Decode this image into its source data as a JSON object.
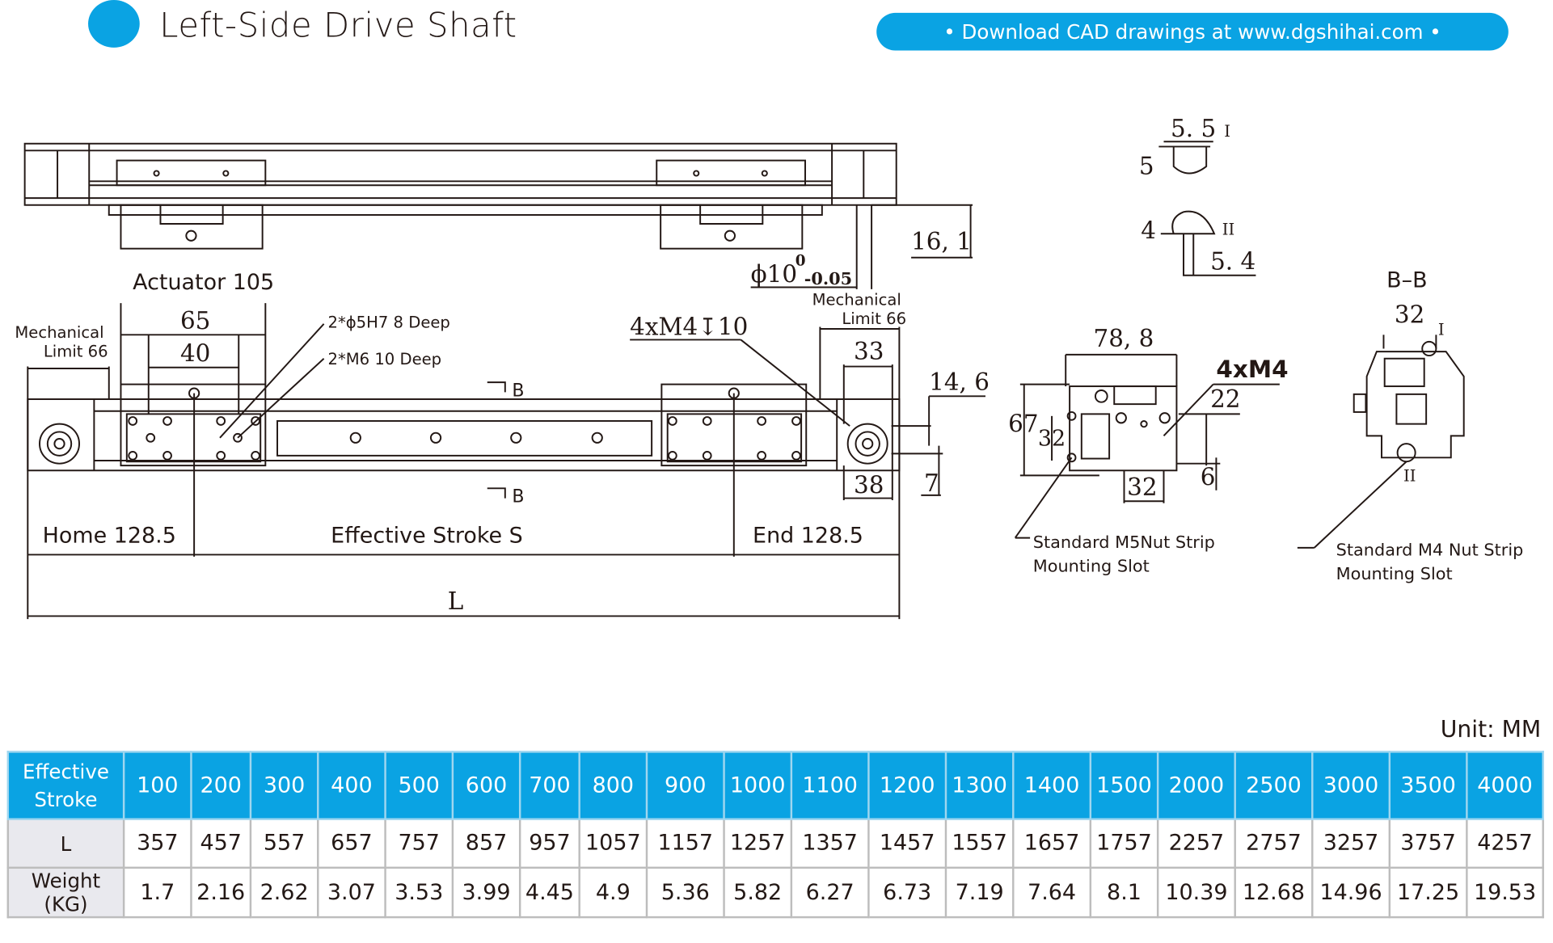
{
  "header": {
    "title": "Left-Side Drive Shaft",
    "cad_link": "• Download CAD drawings at www.dgshihai.com •"
  },
  "drawing": {
    "actuator": "Actuator 105",
    "mech_limit_left": "Mechanical\nLimit 66",
    "mech_limit_left_1": "Mechanical",
    "mech_limit_left_2": "Limit 66",
    "mech_limit_right_1": "Mechanical",
    "mech_limit_right_2": "Limit 66",
    "dim_65": "65",
    "dim_40": "40",
    "hole_pin": "2*ϕ5H7 8 Deep",
    "hole_m6": "2*M6 10 Deep",
    "m4_holes": "4xM4↧10",
    "section_b": "B",
    "dim_33": "33",
    "dim_38": "38",
    "dim_14_6": "14, 6",
    "dim_7": "7",
    "dim_16_1": "16, 1",
    "shaft_dia": "ϕ10",
    "tol_upper": "0",
    "tol_lower": "-0.05",
    "home": "Home 128.5",
    "stroke": "Effective Stroke S",
    "end": "End 128.5",
    "length": "L",
    "slot_55": "5. 5",
    "slot_5": "5",
    "slot_i": "I",
    "slot_4": "4",
    "slot_ii": "II",
    "slot_54": "5. 4",
    "sec_788": "78, 8",
    "sec_67": "67",
    "sec_32a": "32",
    "sec_32b": "32",
    "sec_4xm4": "4xM4",
    "sec_22": "22",
    "sec_6": "6",
    "m5_note_1": "Standard M5Nut Strip",
    "m5_note_2": "Mounting Slot",
    "bb_title": "B–B",
    "bb_32": "32",
    "bb_i": "I",
    "bb_ii": "II",
    "m4_note_1": "Standard M4 Nut Strip",
    "m4_note_2": "Mounting Slot"
  },
  "table": {
    "unit": "Unit: MM",
    "row_headers": {
      "stroke_1": "Effective",
      "stroke_2": "Stroke",
      "length": "L",
      "weight": "Weight (KG)"
    },
    "strokes": [
      "100",
      "200",
      "300",
      "400",
      "500",
      "600",
      "700",
      "800",
      "900",
      "1000",
      "1100",
      "1200",
      "1300",
      "1400",
      "1500",
      "2000",
      "2500",
      "3000",
      "3500",
      "4000"
    ],
    "lengths": [
      "357",
      "457",
      "557",
      "657",
      "757",
      "857",
      "957",
      "1057",
      "1157",
      "1257",
      "1357",
      "1457",
      "1557",
      "1657",
      "1757",
      "2257",
      "2757",
      "3257",
      "3757",
      "4257"
    ],
    "weights": [
      "1.7",
      "2.16",
      "2.62",
      "3.07",
      "3.53",
      "3.99",
      "4.45",
      "4.9",
      "5.36",
      "5.82",
      "6.27",
      "6.73",
      "7.19",
      "7.64",
      "8.1",
      "10.39",
      "12.68",
      "14.96",
      "17.25",
      "19.53"
    ]
  },
  "colors": {
    "accent": "#0aa3e3",
    "line": "#231815"
  }
}
